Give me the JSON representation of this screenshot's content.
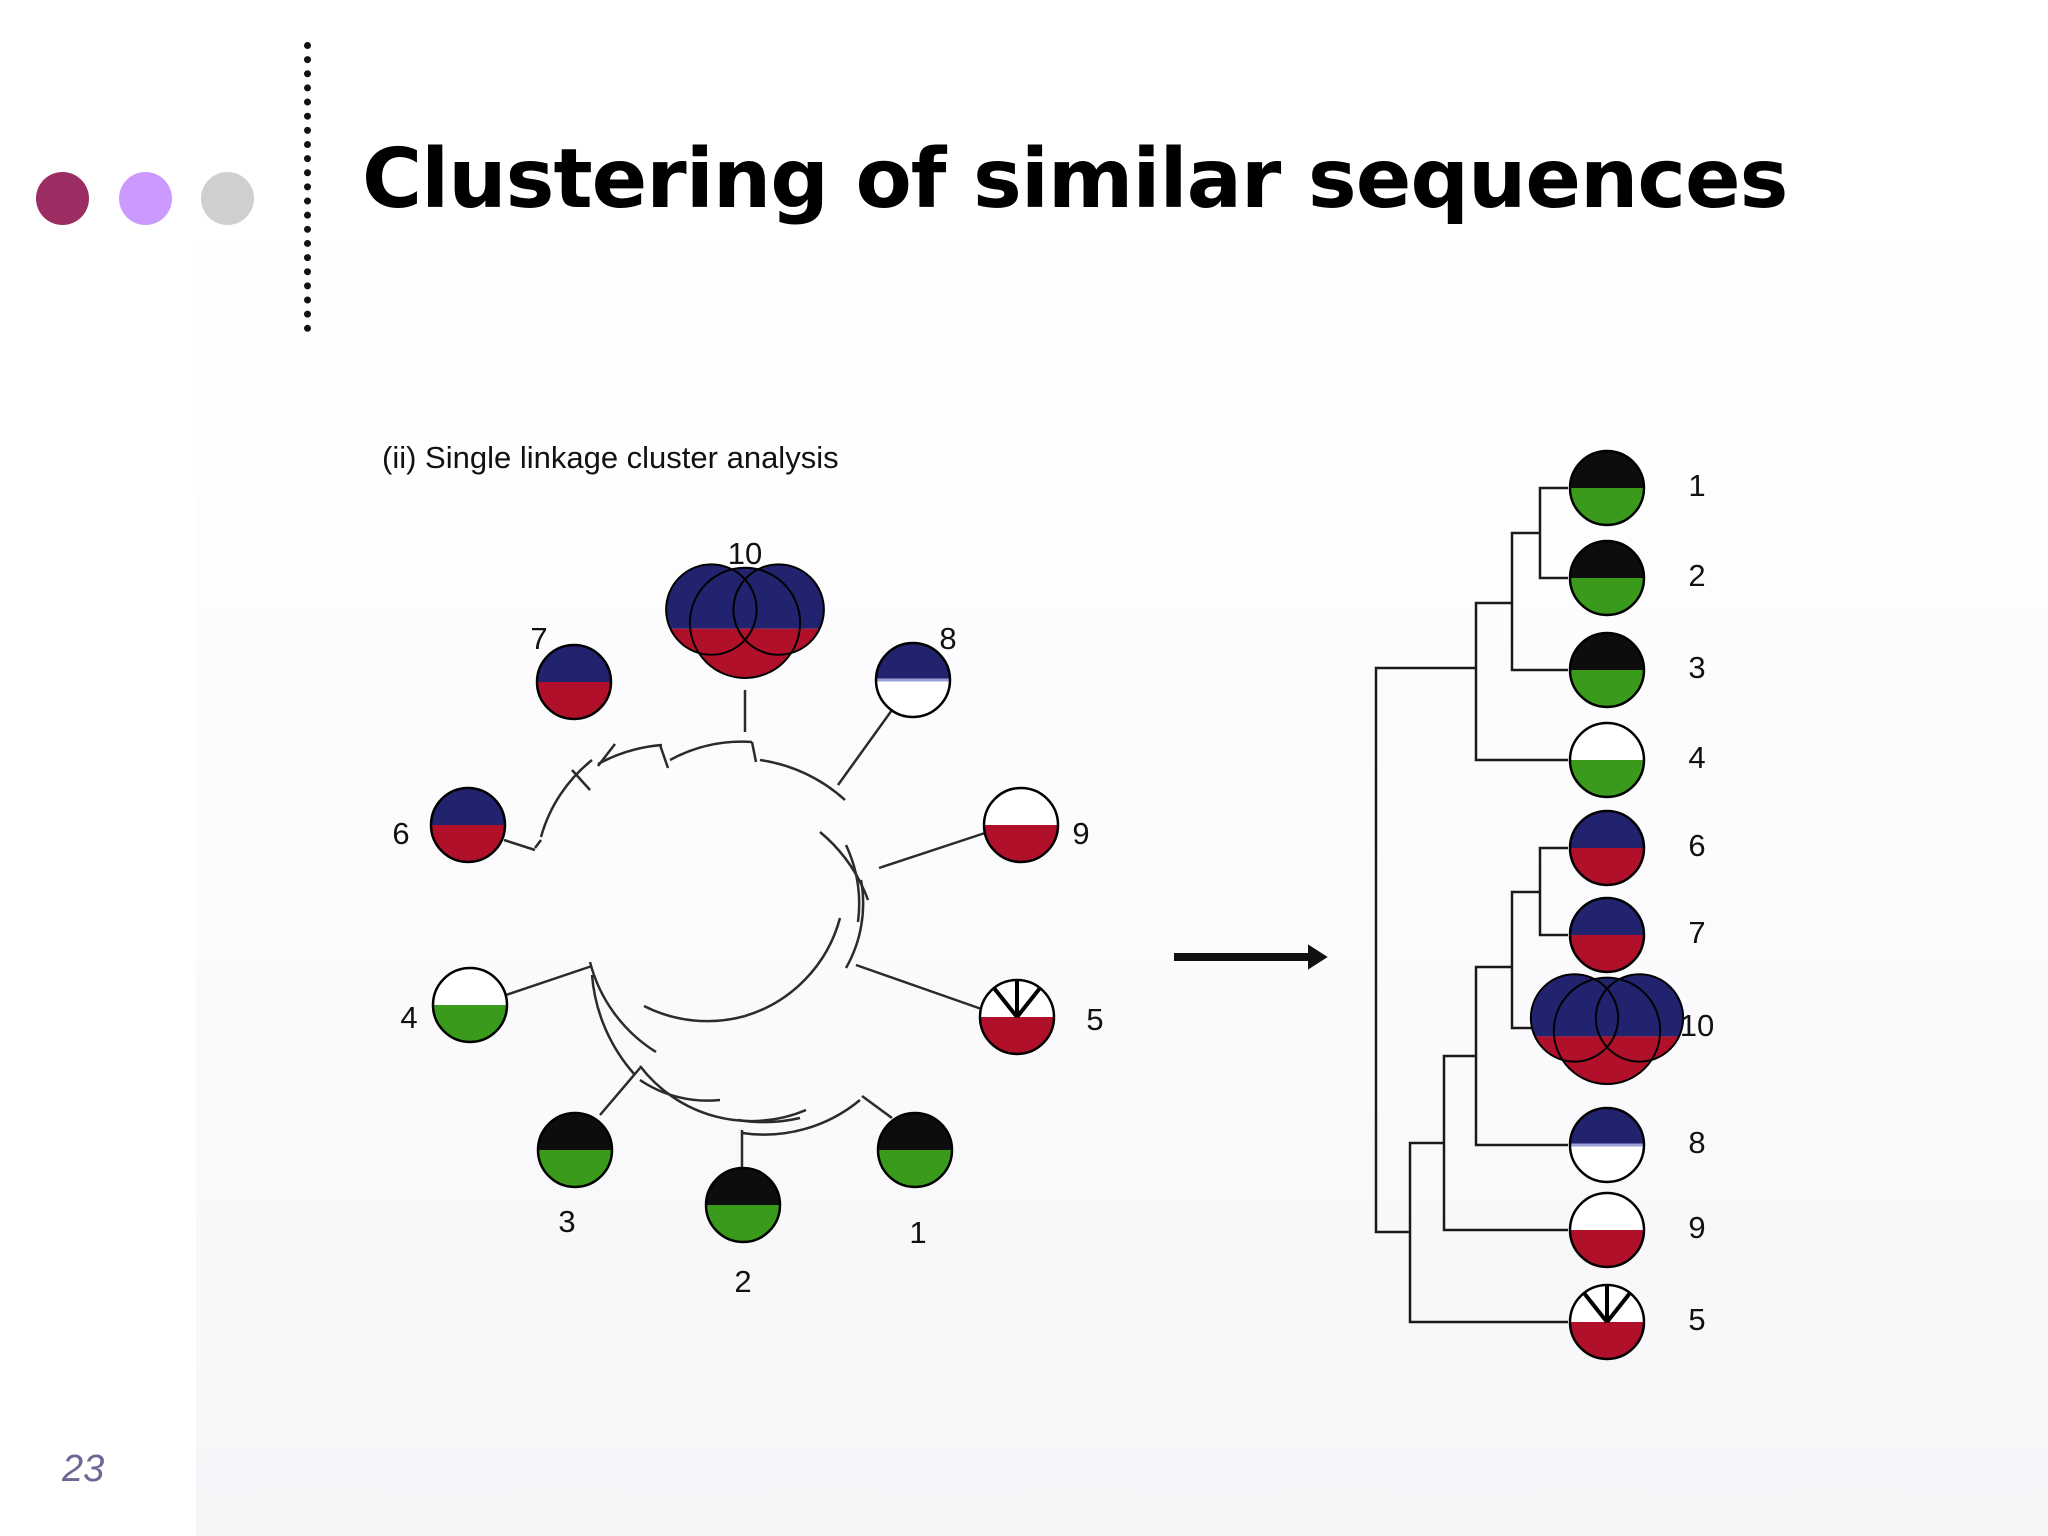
{
  "slide": {
    "title": "Clustering of similar sequences",
    "page_number": "23"
  },
  "decor": {
    "dot_colors": [
      "#9b2d62",
      "#cc99ff",
      "#cfcfcf"
    ]
  },
  "diagram": {
    "caption": "(ii) Single linkage cluster analysis",
    "colors": {
      "black": "#0d0d0d",
      "green": "#3a9a1c",
      "navy": "#22236e",
      "red": "#b0102a",
      "white": "#ffffff"
    },
    "sequences": [
      {
        "id": "1",
        "top": "black",
        "bottom": "green"
      },
      {
        "id": "2",
        "top": "black",
        "bottom": "green"
      },
      {
        "id": "3",
        "top": "black",
        "bottom": "green"
      },
      {
        "id": "4",
        "top": "white",
        "bottom": "green"
      },
      {
        "id": "5",
        "top": "white",
        "bottom": "red",
        "top_symbol": "arrow"
      },
      {
        "id": "6",
        "top": "navy",
        "bottom": "red"
      },
      {
        "id": "7",
        "top": "navy",
        "bottom": "red"
      },
      {
        "id": "8",
        "top": "navy",
        "bottom": "white"
      },
      {
        "id": "9",
        "top": "white",
        "bottom": "red"
      },
      {
        "id": "10",
        "top": "navy",
        "bottom": "red",
        "shape": "double-lobe"
      }
    ],
    "tree_leaf_order": [
      "1",
      "2",
      "3",
      "4",
      "6",
      "7",
      "10",
      "8",
      "9",
      "5"
    ]
  }
}
